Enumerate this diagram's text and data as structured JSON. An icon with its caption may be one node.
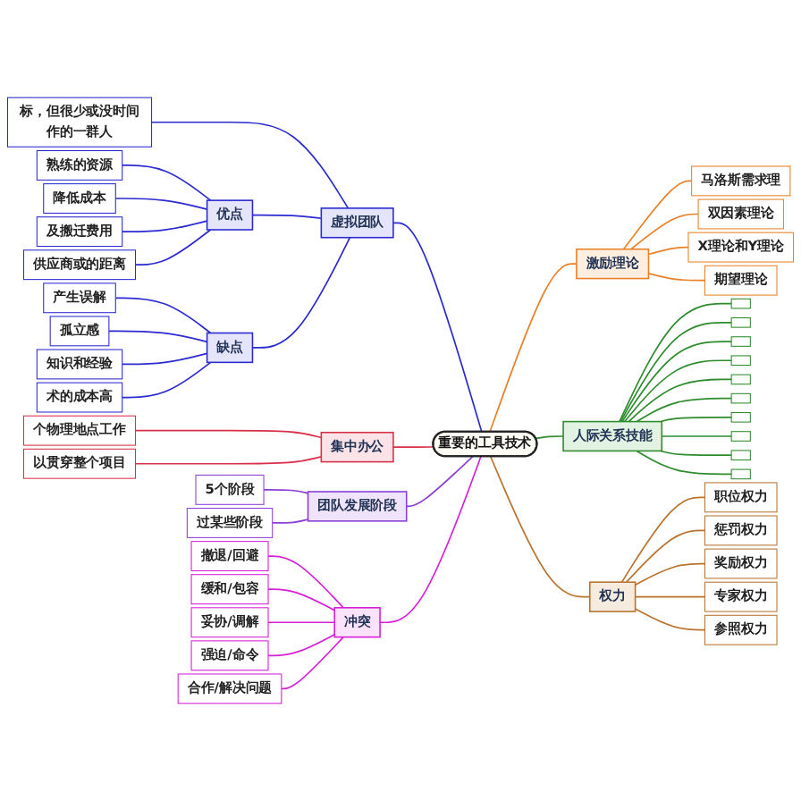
{
  "diagram": {
    "nodes": [
      {
        "text": [
          "重要的工具技术"
        ]
      },
      {
        "text": [
          "激励理论"
        ]
      },
      {
        "text": [
          "马洛斯需求理"
        ]
      },
      {
        "text": [
          "双因素理论"
        ]
      },
      {
        "text": [
          "X理论和Y理论"
        ]
      },
      {
        "text": [
          "期望理论"
        ]
      },
      {
        "text": [
          "人际关系技能"
        ]
      },
      {
        "text": [],
        "shape": "box"
      },
      {
        "text": [],
        "shape": "box"
      },
      {
        "text": [],
        "shape": "box"
      },
      {
        "text": [],
        "shape": "box"
      },
      {
        "text": [],
        "shape": "box"
      },
      {
        "text": [],
        "shape": "box"
      },
      {
        "text": [],
        "shape": "box"
      },
      {
        "text": [],
        "shape": "box"
      },
      {
        "text": [],
        "shape": "box"
      },
      {
        "text": [],
        "shape": "box"
      },
      {
        "text": [
          "权力"
        ]
      },
      {
        "text": [
          "职位权力"
        ]
      },
      {
        "text": [
          "惩罚权力"
        ]
      },
      {
        "text": [
          "奖励权力"
        ]
      },
      {
        "text": [
          "专家权力"
        ]
      },
      {
        "text": [
          "参照权力"
        ]
      },
      {
        "text": [
          "虚拟团队"
        ]
      },
      {
        "text": [
          "标，但很少或没时间作的一群人"
        ]
      },
      {
        "text": [
          "优点"
        ]
      },
      {
        "text": [
          "熟练的资源"
        ]
      },
      {
        "text": [
          "降低成本"
        ]
      },
      {
        "text": [
          "及搬迁费用"
        ]
      },
      {
        "text": [
          "供应商或的距离"
        ]
      },
      {
        "text": [
          "缺点"
        ]
      },
      {
        "text": [
          "产生误解"
        ]
      },
      {
        "text": [
          "孤立感"
        ]
      },
      {
        "text": [
          "知识和经验"
        ]
      },
      {
        "text": [
          "术的成本高"
        ]
      },
      {
        "text": [
          "集中办公"
        ]
      },
      {
        "text": [
          "个物理地点工作"
        ]
      },
      {
        "text": [
          "以贯穿整个项目"
        ]
      },
      {
        "text": [
          "团队发展阶段"
        ]
      },
      {
        "text": [
          "5个阶段"
        ]
      },
      {
        "text": [
          "过某些阶段"
        ]
      },
      {
        "text": [
          "冲突"
        ]
      },
      {
        "text": [
          "撤退/回避"
        ]
      },
      {
        "text": [
          "缓和/包容"
        ]
      },
      {
        "text": [
          "妥协/调解"
        ]
      },
      {
        "text": [
          "强迫/命令"
        ]
      },
      {
        "text": [
          "合作/解决问题"
        ]
      }
    ],
    "edges": [
      {
        "from": 0,
        "to": 1,
        "arrow": "none",
        "color": "#e8822a"
      },
      {
        "from": 1,
        "to": 2,
        "arrow": "none",
        "color": "#e8822a"
      },
      {
        "from": 1,
        "to": 3,
        "arrow": "none",
        "color": "#e8822a"
      },
      {
        "from": 1,
        "to": 4,
        "arrow": "none",
        "color": "#e8822a"
      },
      {
        "from": 1,
        "to": 5,
        "arrow": "none",
        "color": "#e8822a"
      },
      {
        "from": 0,
        "to": 6,
        "arrow": "none",
        "color": "#2e8b2e"
      },
      {
        "from": 6,
        "to": 7,
        "arrow": "none",
        "color": "#2e8b2e"
      },
      {
        "from": 6,
        "to": 8,
        "arrow": "none",
        "color": "#2e8b2e"
      },
      {
        "from": 6,
        "to": 9,
        "arrow": "none",
        "color": "#2e8b2e"
      },
      {
        "from": 6,
        "to": 10,
        "arrow": "none",
        "color": "#2e8b2e"
      },
      {
        "from": 6,
        "to": 11,
        "arrow": "none",
        "color": "#2e8b2e"
      },
      {
        "from": 6,
        "to": 12,
        "arrow": "none",
        "color": "#2e8b2e"
      },
      {
        "from": 6,
        "to": 13,
        "arrow": "none",
        "color": "#2e8b2e"
      },
      {
        "from": 6,
        "to": 14,
        "arrow": "none",
        "color": "#2e8b2e"
      },
      {
        "from": 6,
        "to": 15,
        "arrow": "none",
        "color": "#2e8b2e"
      },
      {
        "from": 6,
        "to": 16,
        "arrow": "none",
        "color": "#2e8b2e"
      },
      {
        "from": 0,
        "to": 17,
        "arrow": "none",
        "color": "#b8742f"
      },
      {
        "from": 17,
        "to": 18,
        "arrow": "none",
        "color": "#b8742f"
      },
      {
        "from": 17,
        "to": 19,
        "arrow": "none",
        "color": "#b8742f"
      },
      {
        "from": 17,
        "to": 20,
        "arrow": "none",
        "color": "#b8742f"
      },
      {
        "from": 17,
        "to": 21,
        "arrow": "none",
        "color": "#b8742f"
      },
      {
        "from": 17,
        "to": 22,
        "arrow": "none",
        "color": "#b8742f"
      },
      {
        "from": 23,
        "to": 0,
        "arrow": "none",
        "color": "#2b2bd1"
      },
      {
        "from": 24,
        "to": 23,
        "arrow": "none",
        "color": "#2b2bd1"
      },
      {
        "from": 25,
        "to": 23,
        "arrow": "none",
        "color": "#2b2bd1"
      },
      {
        "from": 26,
        "to": 25,
        "arrow": "none",
        "color": "#2b2bd1"
      },
      {
        "from": 27,
        "to": 25,
        "arrow": "none",
        "color": "#2b2bd1"
      },
      {
        "from": 28,
        "to": 25,
        "arrow": "none",
        "color": "#2b2bd1"
      },
      {
        "from": 29,
        "to": 25,
        "arrow": "none",
        "color": "#2b2bd1"
      },
      {
        "from": 30,
        "to": 23,
        "arrow": "none",
        "color": "#2b2bd1"
      },
      {
        "from": 31,
        "to": 30,
        "arrow": "none",
        "color": "#2b2bd1"
      },
      {
        "from": 32,
        "to": 30,
        "arrow": "none",
        "color": "#2b2bd1"
      },
      {
        "from": 33,
        "to": 30,
        "arrow": "none",
        "color": "#2b2bd1"
      },
      {
        "from": 34,
        "to": 30,
        "arrow": "none",
        "color": "#2b2bd1"
      },
      {
        "from": 35,
        "to": 0,
        "arrow": "none",
        "color": "#d9304a"
      },
      {
        "from": 36,
        "to": 35,
        "arrow": "none",
        "color": "#d9304a"
      },
      {
        "from": 37,
        "to": 35,
        "arrow": "none",
        "color": "#d9304a"
      },
      {
        "from": 38,
        "to": 0,
        "arrow": "none",
        "color": "#8b3fd6"
      },
      {
        "from": 39,
        "to": 38,
        "arrow": "none",
        "color": "#8b3fd6"
      },
      {
        "from": 40,
        "to": 38,
        "arrow": "none",
        "color": "#8b3fd6"
      },
      {
        "from": 41,
        "to": 0,
        "arrow": "none",
        "color": "#d61fd6"
      },
      {
        "from": 42,
        "to": 41,
        "arrow": "none",
        "color": "#d61fd6"
      },
      {
        "from": 43,
        "to": 41,
        "arrow": "none",
        "color": "#d61fd6"
      },
      {
        "from": 44,
        "to": 41,
        "arrow": "none",
        "color": "#d61fd6"
      },
      {
        "from": 45,
        "to": 41,
        "arrow": "none",
        "color": "#d61fd6"
      },
      {
        "from": 46,
        "to": 41,
        "arrow": "none",
        "color": "#d61fd6"
      }
    ]
  }
}
